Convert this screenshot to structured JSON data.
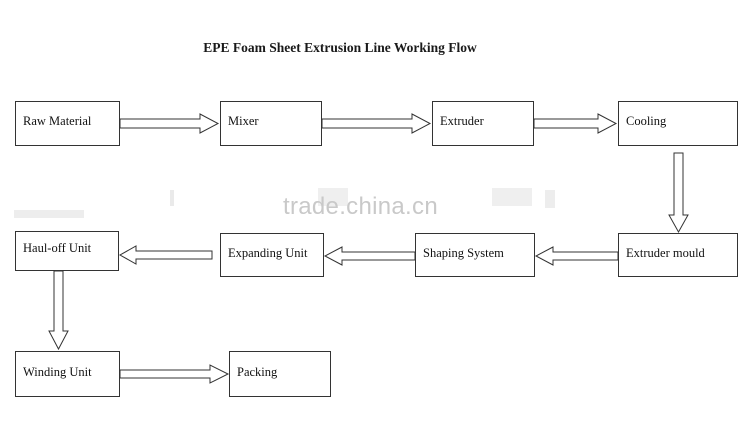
{
  "title": "EPE Foam Sheet Extrusion Line Working Flow",
  "watermark": "trade.china.cn",
  "steps": {
    "raw_material": "Raw Material",
    "mixer": "Mixer",
    "extruder": "Extruder",
    "cooling": "Cooling",
    "extruder_mould": "Extruder mould",
    "shaping_system": "Shaping System",
    "expanding_unit": "Expanding Unit",
    "haul_off_unit": "Haul-off Unit",
    "winding_unit": "Winding Unit",
    "packing": "Packing"
  }
}
